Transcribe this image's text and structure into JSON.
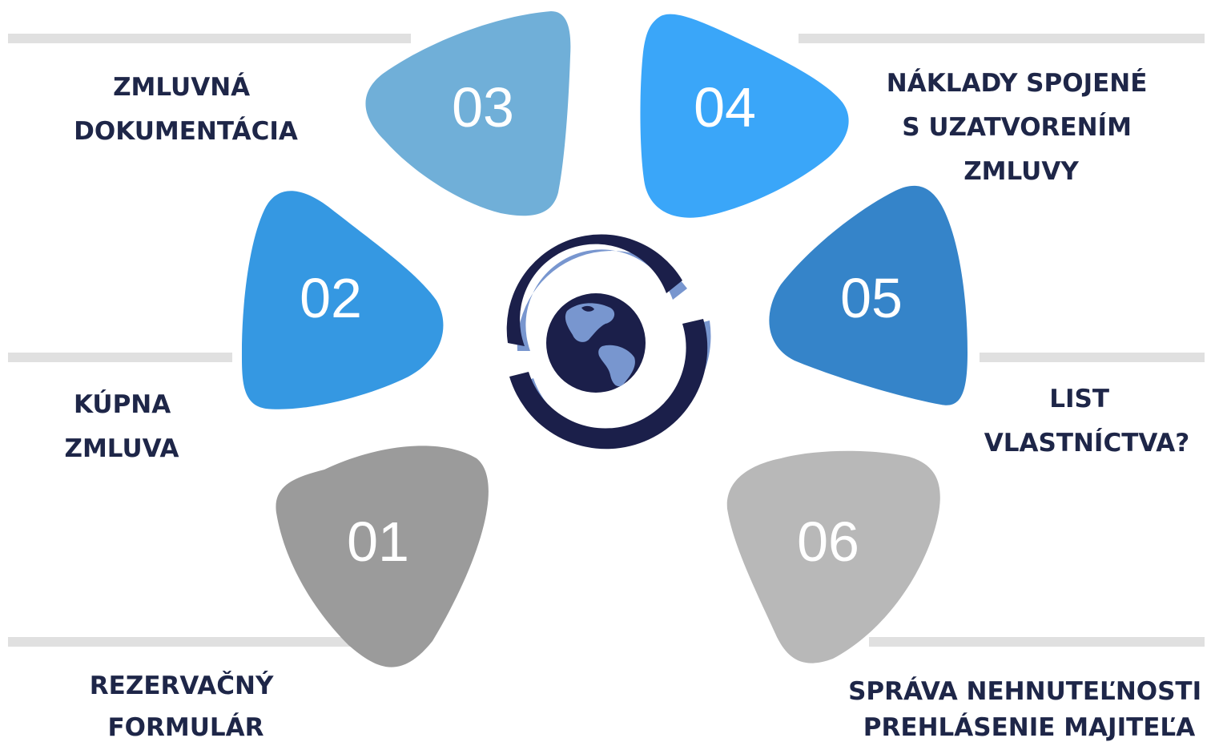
{
  "steps": [
    {
      "number": "01",
      "label": [
        "REZERVAČNÝ",
        "FORMULÁR"
      ],
      "color": "#9b9b9b"
    },
    {
      "number": "02",
      "label": [
        "KÚPNA",
        "ZMLUVA"
      ],
      "color": "#3598e2"
    },
    {
      "number": "03",
      "label": [
        "ZMLUVNÁ",
        "DOKUMENTÁCIA"
      ],
      "color": "#70afd8"
    },
    {
      "number": "04",
      "label": [
        "NÁKLADY SPOJENÉ",
        "S UZATVORENÍM",
        "ZMLUVY"
      ],
      "color": "#3aa6f9"
    },
    {
      "number": "05",
      "label": [
        "LIST",
        "VLASTNÍCTVA?"
      ],
      "color": "#3584c9"
    },
    {
      "number": "06",
      "label": [
        "SPRÁVA NEHNUTEĽNOSTI",
        "PREHLÁSENIE MAJITEĽA"
      ],
      "color": "#b8b8b8"
    }
  ],
  "colors": {
    "label_text": "#1e2648",
    "divider": "#e0e0e0",
    "logo_dark": "#1b1f4a",
    "logo_light": "#7896cf"
  },
  "icons": {
    "center": "globe-logo-icon"
  }
}
